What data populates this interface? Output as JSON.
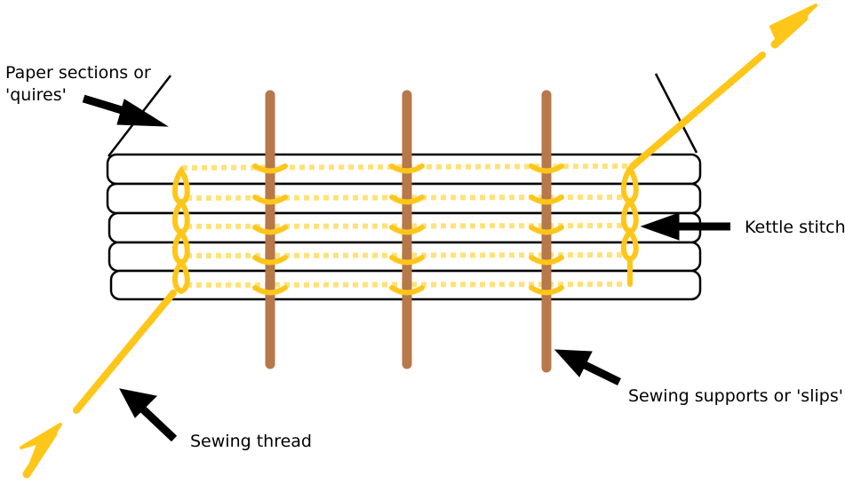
{
  "labels": {
    "paper_sections_line1": "Paper sections or",
    "paper_sections_line2": "'quires'",
    "kettle_stitch": "Kettle stitch",
    "sewing_supports": "Sewing supports or 'slips'",
    "sewing_thread": "Sewing thread"
  },
  "colors": {
    "thread": "#FFC61A",
    "thread_light": "#FFE27A",
    "support": "#B7784A",
    "outline": "#000000",
    "arrow": "#000000"
  }
}
